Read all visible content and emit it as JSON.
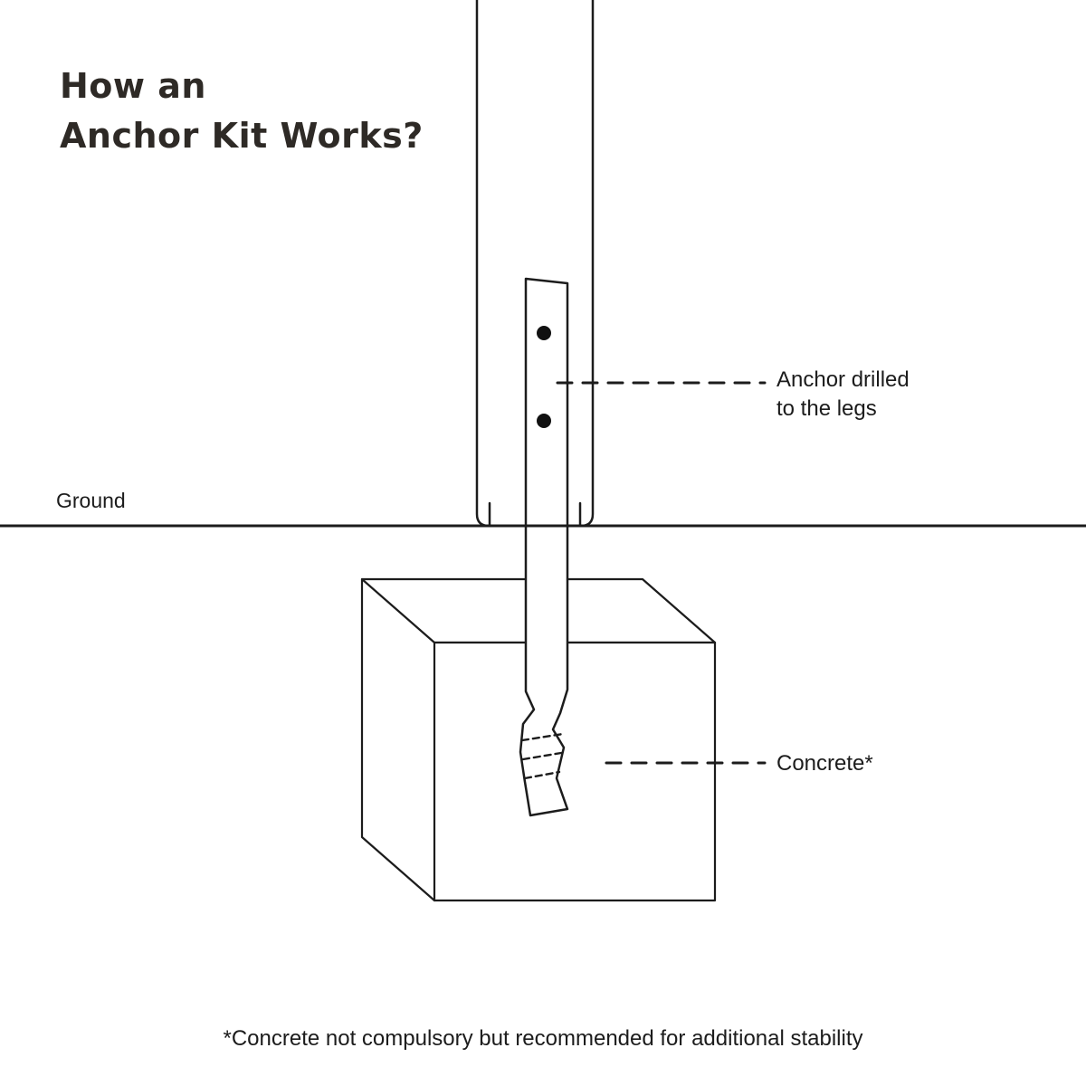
{
  "title": {
    "line1": "How an",
    "line2": "Anchor Kit Works?"
  },
  "annotations": {
    "anchor_label_line1": "Anchor drilled",
    "anchor_label_line2": "to the legs",
    "ground_label": "Ground",
    "concrete_label": "Concrete*"
  },
  "footnote": "*Concrete not compulsory but recommended for additional stability",
  "colors": {
    "line": "#1c1c1c",
    "title_text": "#2e2a26",
    "body_text": "#1c1c1c",
    "background": "#ffffff"
  }
}
